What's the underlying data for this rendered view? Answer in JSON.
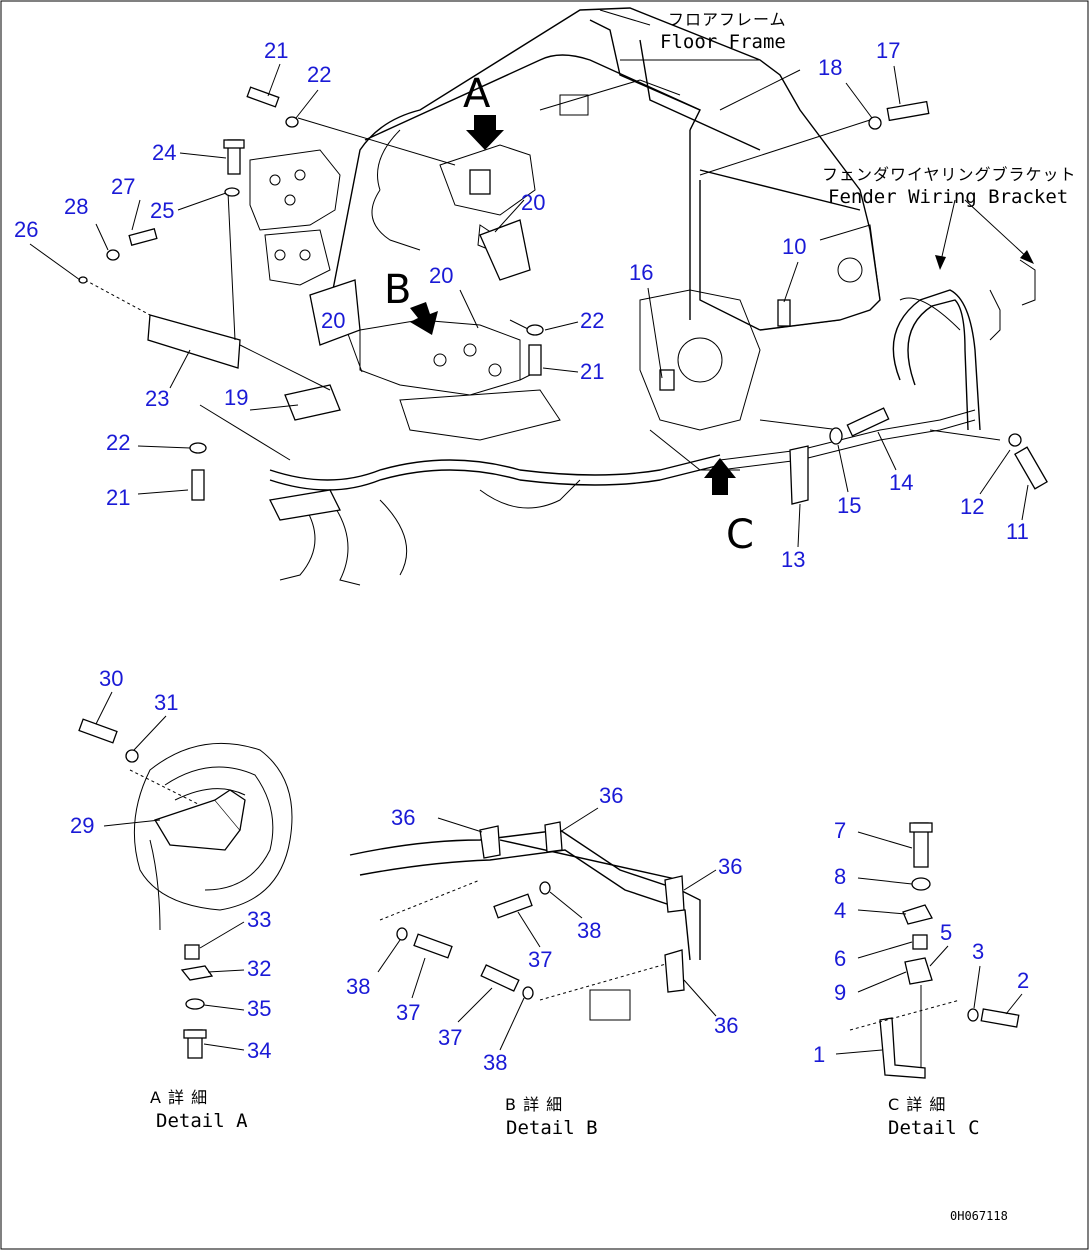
{
  "labels": {
    "floor_frame_jp": "フロアフレーム",
    "floor_frame_en": "Floor Frame",
    "fender_bracket_jp": "フェンダワイヤリングブラケット",
    "fender_bracket_en": "Fender Wiring Bracket",
    "view_a": "A",
    "view_b": "B",
    "view_c": "C",
    "detail_a_jp": "A 詳 細",
    "detail_a_en": "Detail A",
    "detail_b_jp": "B 詳 細",
    "detail_b_en": "Detail B",
    "detail_c_jp": "C 詳 細",
    "detail_c_en": "Detail C",
    "drawing_code": "0H067118"
  },
  "callouts": [
    "21",
    "22",
    "24",
    "27",
    "25",
    "28",
    "26",
    "23",
    "19",
    "22",
    "21",
    "20",
    "20",
    "20",
    "22",
    "21",
    "16",
    "10",
    "18",
    "17",
    "14",
    "15",
    "12",
    "11",
    "13",
    "30",
    "31",
    "29",
    "33",
    "32",
    "35",
    "34",
    "36",
    "36",
    "36",
    "36",
    "37",
    "38",
    "38",
    "37",
    "37",
    "38",
    "7",
    "8",
    "4",
    "6",
    "5",
    "9",
    "3",
    "2",
    "1"
  ]
}
